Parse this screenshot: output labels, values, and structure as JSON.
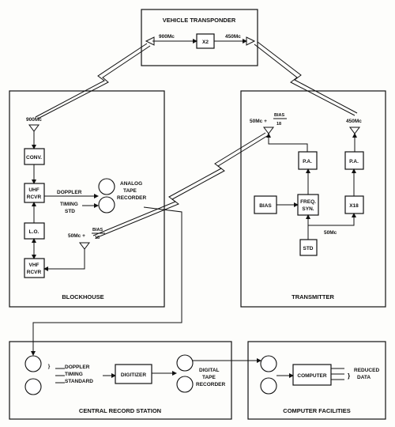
{
  "sections": {
    "vehicle_transponder": "VEHICLE TRANSPONDER",
    "blockhouse": "BLOCKHOUSE",
    "transmitter": "TRANSMITTER",
    "central_record_station": "CENTRAL RECORD STATION",
    "computer_facilities": "COMPUTER FACILITIES"
  },
  "transponder": {
    "rx_freq": "900Mc",
    "tx_freq": "450Mc",
    "multiplier": "X2"
  },
  "blockhouse": {
    "antenna_freq": "900Mc",
    "conv": "CONV.",
    "uhf_line1": "UHF",
    "uhf_line2": "RCVR",
    "lo": "L.O.",
    "vhf_line1": "VHF",
    "vhf_line2": "RCVR",
    "doppler": "DOPPLER",
    "timing": "TIMING",
    "std": "STD",
    "tape_line1": "ANALOG",
    "tape_line2": "TAPE",
    "tape_line3": "RECORDER",
    "vhf_freq_main": "50Mc +",
    "vhf_freq_num": "BIAS",
    "vhf_freq_den": "18"
  },
  "transmitter": {
    "ant_left_main": "50Mc +",
    "ant_left_num": "BIAS",
    "ant_left_den": "18",
    "ant_right": "450Mc",
    "pa_left": "P.A.",
    "pa_right": "P.A.",
    "bias": "BIAS",
    "freq_syn_line1": "FREQ.",
    "freq_syn_line2": "SYN.",
    "x18": "X18",
    "std_freq": "50Mc",
    "std": "STD"
  },
  "record_station": {
    "doppler": "DOPPLER",
    "timing": "TIMING",
    "standard": "STANDARD",
    "digitizer": "DIGITIZER",
    "tape_line1": "DIGITAL",
    "tape_line2": "TAPE",
    "tape_line3": "RECORDER"
  },
  "computer": {
    "computer": "COMPUTER",
    "out_line1": "REDUCED",
    "out_line2": "DATA"
  }
}
